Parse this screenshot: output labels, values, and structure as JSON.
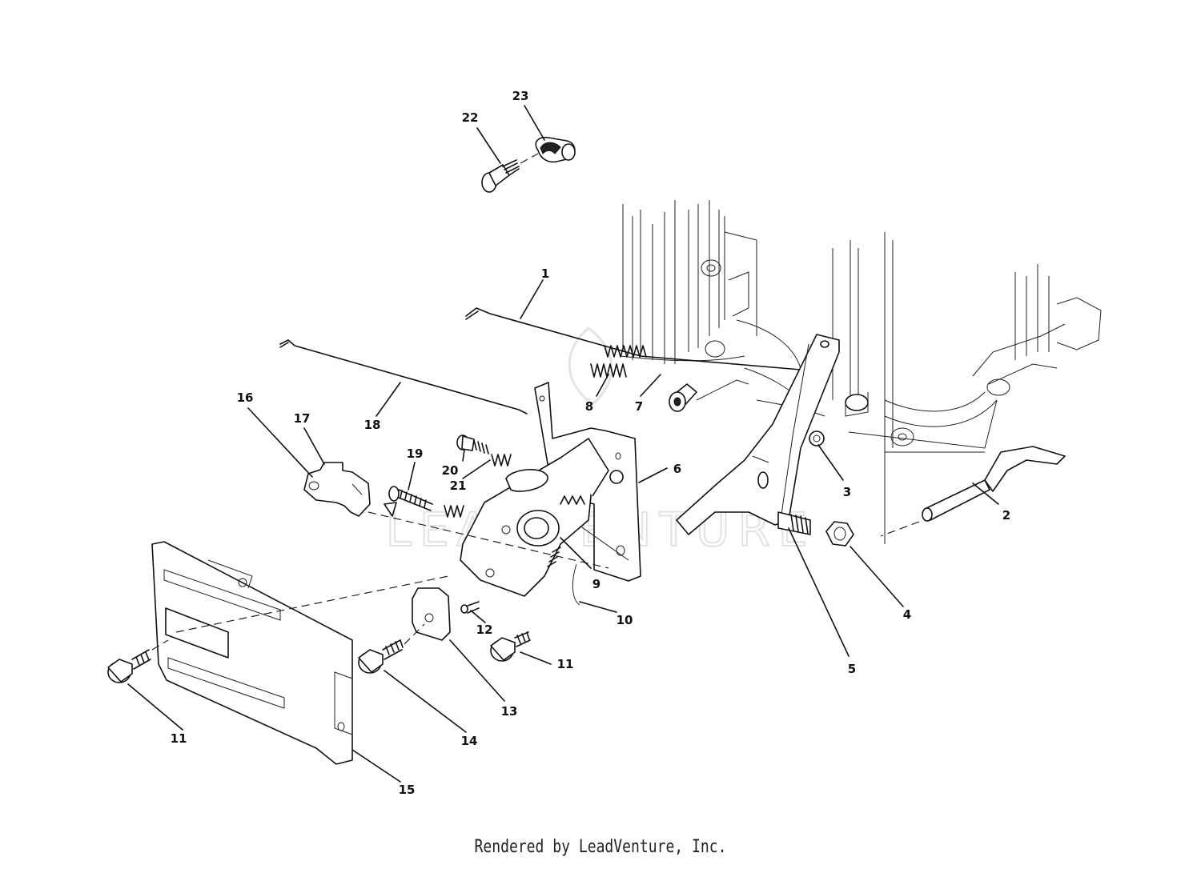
{
  "diagram": {
    "callouts": [
      {
        "id": "c1",
        "text": "1"
      },
      {
        "id": "c2",
        "text": "2"
      },
      {
        "id": "c3",
        "text": "3"
      },
      {
        "id": "c4",
        "text": "4"
      },
      {
        "id": "c5",
        "text": "5"
      },
      {
        "id": "c6",
        "text": "6"
      },
      {
        "id": "c7",
        "text": "7"
      },
      {
        "id": "c8",
        "text": "8"
      },
      {
        "id": "c9",
        "text": "9"
      },
      {
        "id": "c10",
        "text": "10"
      },
      {
        "id": "c11a",
        "text": "11"
      },
      {
        "id": "c11b",
        "text": "11"
      },
      {
        "id": "c12",
        "text": "12"
      },
      {
        "id": "c13",
        "text": "13"
      },
      {
        "id": "c14",
        "text": "14"
      },
      {
        "id": "c15",
        "text": "15"
      },
      {
        "id": "c16",
        "text": "16"
      },
      {
        "id": "c17",
        "text": "17"
      },
      {
        "id": "c18",
        "text": "18"
      },
      {
        "id": "c19",
        "text": "19"
      },
      {
        "id": "c20",
        "text": "20"
      },
      {
        "id": "c21",
        "text": "21"
      },
      {
        "id": "c22",
        "text": "22"
      },
      {
        "id": "c23",
        "text": "23"
      }
    ],
    "watermark": "LEADVENTURE"
  },
  "footer": {
    "credit": "Rendered by LeadVenture, Inc."
  }
}
